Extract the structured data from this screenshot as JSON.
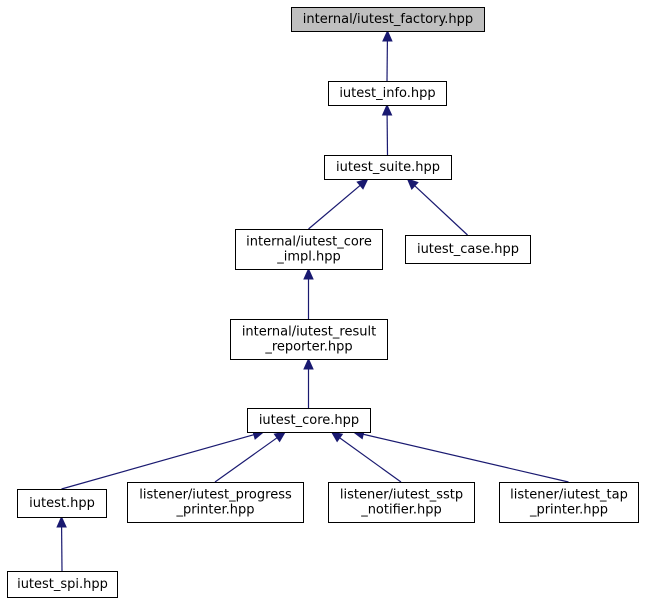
{
  "graph": {
    "colors": {
      "node_fill": "#ffffff",
      "focus_fill": "#bfbfbf",
      "edge": "#191970",
      "border": "#000000"
    },
    "nodes": [
      {
        "id": "factory",
        "lines": [
          "internal/iutest_factory.hpp"
        ],
        "focus": true
      },
      {
        "id": "info",
        "lines": [
          "iutest_info.hpp"
        ]
      },
      {
        "id": "suite",
        "lines": [
          "iutest_suite.hpp"
        ]
      },
      {
        "id": "core_impl",
        "lines": [
          "internal/iutest_core",
          "_impl.hpp"
        ]
      },
      {
        "id": "case",
        "lines": [
          "iutest_case.hpp"
        ]
      },
      {
        "id": "result_reporter",
        "lines": [
          "internal/iutest_result",
          "_reporter.hpp"
        ]
      },
      {
        "id": "core",
        "lines": [
          "iutest_core.hpp"
        ]
      },
      {
        "id": "iutest",
        "lines": [
          "iutest.hpp"
        ]
      },
      {
        "id": "progress_printer",
        "lines": [
          "listener/iutest_progress",
          "_printer.hpp"
        ]
      },
      {
        "id": "sstp_notifier",
        "lines": [
          "listener/iutest_sstp",
          "_notifier.hpp"
        ]
      },
      {
        "id": "tap_printer",
        "lines": [
          "listener/iutest_tap",
          "_printer.hpp"
        ]
      },
      {
        "id": "spi",
        "lines": [
          "iutest_spi.hpp"
        ]
      }
    ],
    "edges": [
      {
        "from": "info",
        "to": "factory"
      },
      {
        "from": "suite",
        "to": "info"
      },
      {
        "from": "core_impl",
        "to": "suite"
      },
      {
        "from": "case",
        "to": "suite"
      },
      {
        "from": "result_reporter",
        "to": "core_impl"
      },
      {
        "from": "core",
        "to": "result_reporter"
      },
      {
        "from": "iutest",
        "to": "core"
      },
      {
        "from": "progress_printer",
        "to": "core"
      },
      {
        "from": "sstp_notifier",
        "to": "core"
      },
      {
        "from": "tap_printer",
        "to": "core"
      },
      {
        "from": "spi",
        "to": "iutest"
      }
    ]
  }
}
